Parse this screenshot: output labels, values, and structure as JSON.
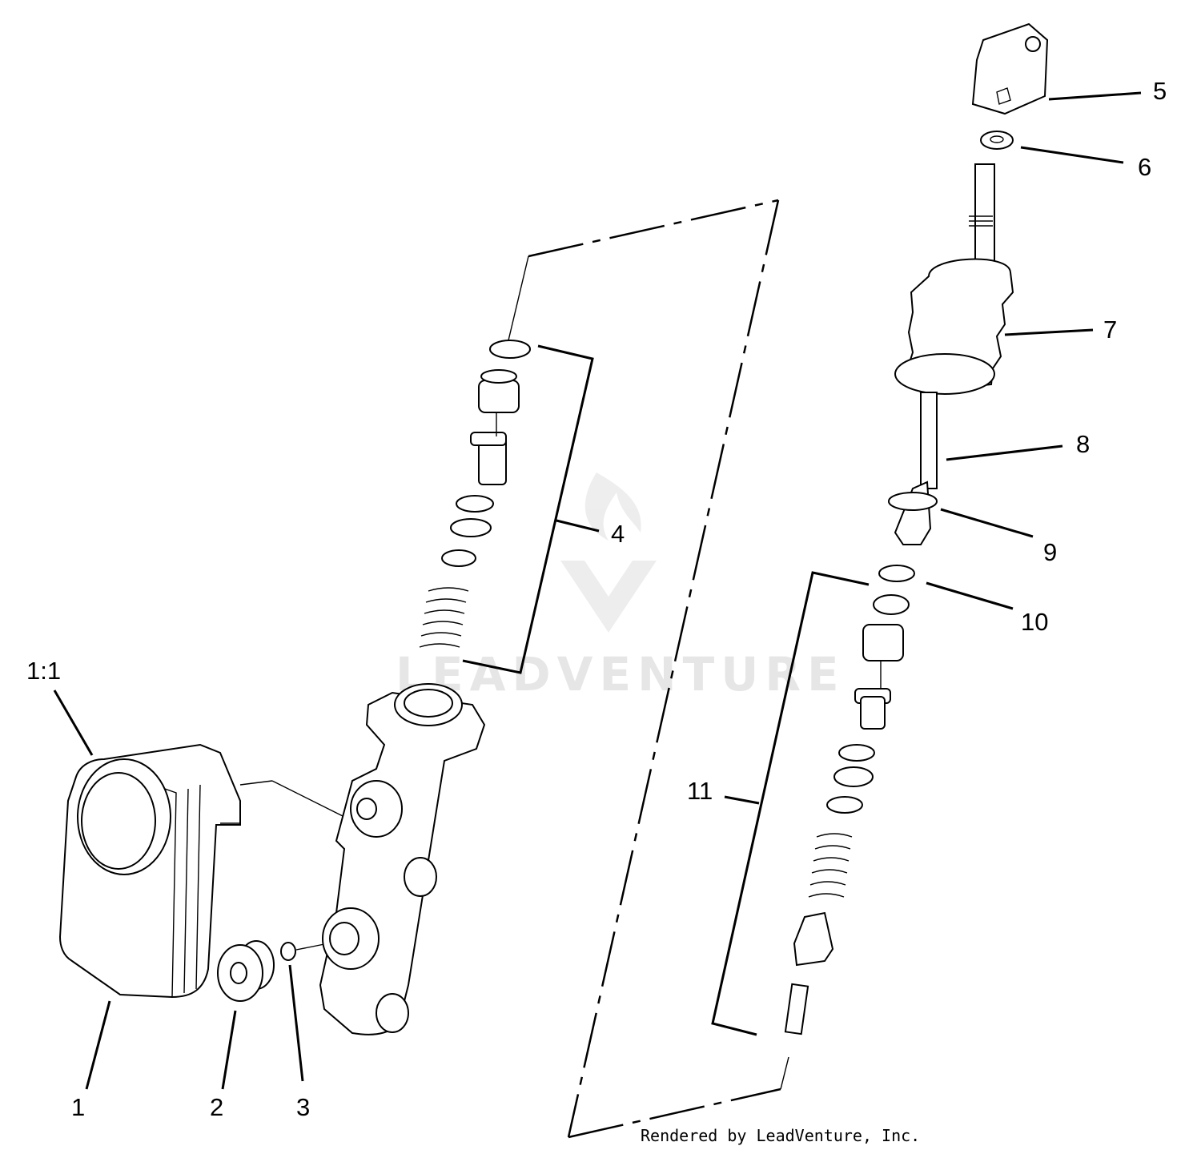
{
  "diagram": {
    "callouts": [
      "1:1",
      "1",
      "2",
      "3",
      "4",
      "5",
      "6",
      "7",
      "8",
      "9",
      "10",
      "11"
    ],
    "watermark": "LEADVENTURE",
    "credit": "Rendered by LeadVenture, Inc."
  }
}
